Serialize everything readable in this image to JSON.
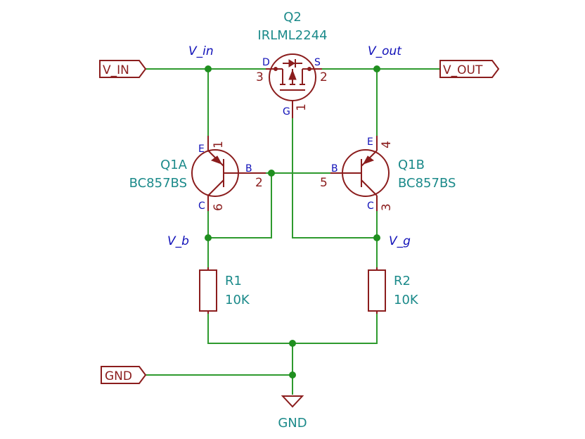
{
  "ports": {
    "v_in": "V_IN",
    "v_out": "V_OUT",
    "gnd": "GND"
  },
  "nets": {
    "v_in": "V_in",
    "v_out": "V_out",
    "v_b": "V_b",
    "v_g": "V_g"
  },
  "q2": {
    "ref": "Q2",
    "value": "IRLML2244",
    "pin_d_name": "D",
    "pin_s_name": "S",
    "pin_g_name": "G",
    "pin_d_num": "3",
    "pin_s_num": "2",
    "pin_g_num": "1"
  },
  "q1a": {
    "ref": "Q1A",
    "value": "BC857BS",
    "pin_e_name": "E",
    "pin_b_name": "B",
    "pin_c_name": "C",
    "pin_e_num": "1",
    "pin_b_num": "2",
    "pin_c_num": "6"
  },
  "q1b": {
    "ref": "Q1B",
    "value": "BC857BS",
    "pin_e_name": "E",
    "pin_b_name": "B",
    "pin_c_name": "C",
    "pin_e_num": "4",
    "pin_b_num": "5",
    "pin_c_num": "3"
  },
  "r1": {
    "ref": "R1",
    "value": "10K"
  },
  "r2": {
    "ref": "R2",
    "value": "10K"
  },
  "gnd_symbol": {
    "label": "GND"
  },
  "colors": {
    "wire": "#2e9a2e",
    "junction": "#1f8f1f",
    "symbol": "#8b1d1d",
    "reference": "#1b8a8a",
    "net_label": "#1010b8"
  }
}
